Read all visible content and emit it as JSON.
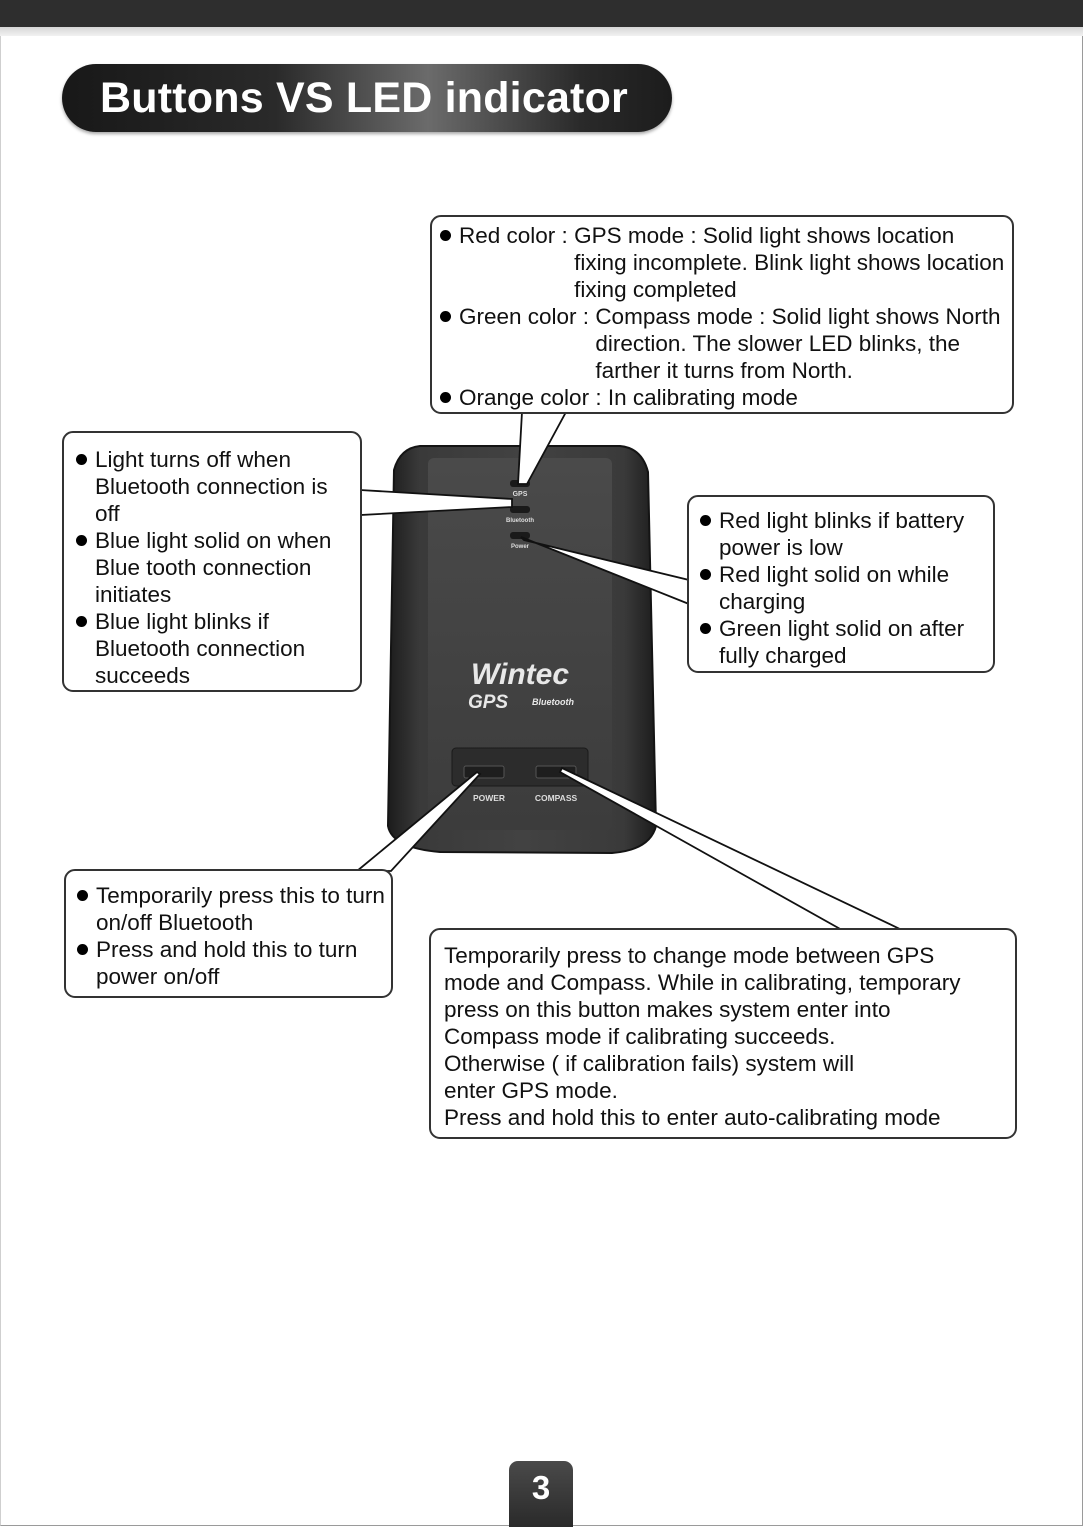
{
  "title": "Buttons VS LED indicator",
  "led_callout": {
    "items": [
      {
        "label": "Red color : ",
        "text": "GPS mode : Solid light shows location fixing incomplete. Blink light shows location fixing completed"
      },
      {
        "label": "Green color : ",
        "text": "Compass mode : Solid light shows North direction. The slower LED blinks, the farther it turns from North."
      },
      {
        "label": "Orange color : ",
        "text": "In calibrating mode"
      }
    ]
  },
  "bluetooth_callout": {
    "items": [
      "Light turns off when Bluetooth connection is off",
      "Blue light solid on when Blue tooth connection initiates",
      "Blue light blinks if Bluetooth connection succeeds"
    ]
  },
  "power_led_callout": {
    "items": [
      "Red light blinks if battery power is low",
      "Red light solid on while charging",
      "Green light solid on after fully charged"
    ]
  },
  "power_button_callout": {
    "items": [
      "Temporarily press this to turn on/off Bluetooth",
      "Press and hold this to turn power on/off"
    ]
  },
  "compass_button_callout": {
    "lines": [
      "Temporarily press to change mode between GPS",
      "mode and Compass. While in calibrating, temporary",
      "press on this button makes system enter into",
      "Compass mode if calibrating succeeds.",
      "Otherwise ( if calibration fails) system will",
      "enter GPS mode.",
      "Press and hold this to enter auto-calibrating mode"
    ]
  },
  "device": {
    "brand": "Wintec",
    "model": "GPS",
    "bluetooth_mark": "Bluetooth",
    "led_labels": {
      "gps": "GPS",
      "bluetooth": "Bluetooth",
      "power": "Power"
    },
    "button_labels": {
      "power": "POWER",
      "compass": "COMPASS"
    }
  },
  "page_number": "3"
}
